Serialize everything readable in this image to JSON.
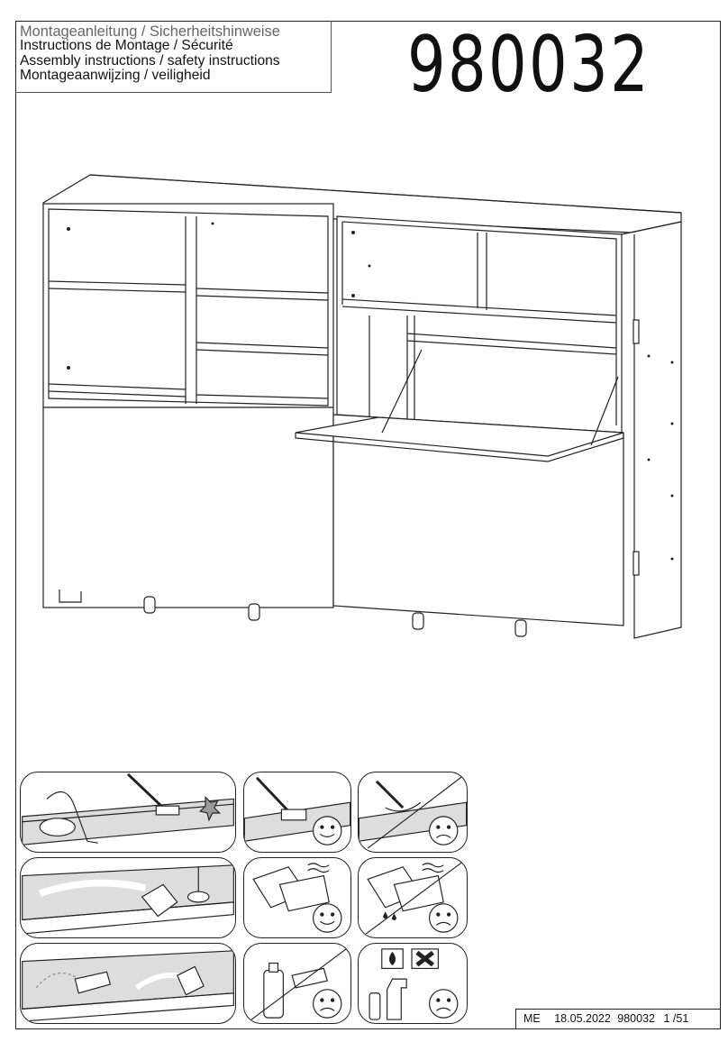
{
  "header": {
    "title_de": "Montageanleitung / Sicherheitshinweise",
    "title_fr": "Instructions de Montage / Sécurité",
    "title_en": "Assembly instructions / safety instructions",
    "title_nl": "Montageaanwijzing / veiligheid",
    "article_number": "980032"
  },
  "footer": {
    "code": "ME",
    "date": "18.05.2022",
    "article": "980032",
    "page": "1 /51"
  },
  "icons": {
    "hazard_label": "flammable-hazard-icon",
    "cross_label": "prohibited-x-icon"
  },
  "colors": {
    "line": "#222222",
    "shade": "#c8c8c8"
  }
}
